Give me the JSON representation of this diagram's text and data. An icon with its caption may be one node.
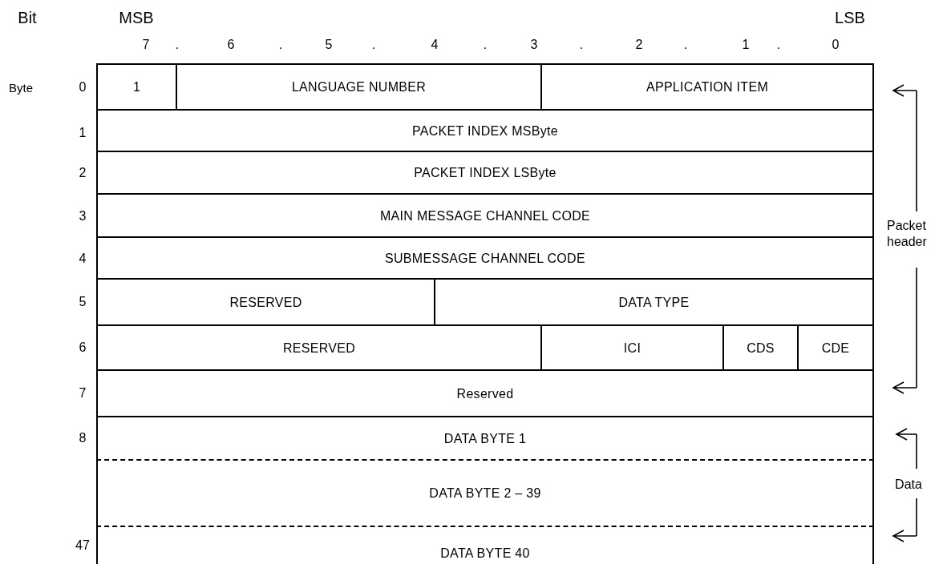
{
  "diagram": {
    "nodes": [
      {
        "text": [
          "1"
        ]
      },
      {
        "text": [
          "LANGUAGE NUMBER"
        ]
      },
      {
        "text": [
          "APPLICATION ITEM"
        ]
      },
      {
        "text": [
          "PACKET INDEX MSByte"
        ]
      },
      {
        "text": [
          "PACKET INDEX LSByte"
        ]
      },
      {
        "text": [
          "MAIN MESSAGE CHANNEL CODE"
        ]
      },
      {
        "text": [
          "SUBMESSAGE CHANNEL CODE"
        ]
      },
      {
        "text": [
          "RESERVED"
        ]
      },
      {
        "text": [
          "DATA TYPE"
        ]
      },
      {
        "text": [
          "RESERVED"
        ]
      },
      {
        "text": [
          "ICI"
        ]
      },
      {
        "text": [
          "CDS"
        ]
      },
      {
        "text": [
          "CDE"
        ]
      },
      {
        "text": [
          "Reserved"
        ]
      },
      {
        "text": [
          "DATA BYTE 1"
        ]
      },
      {
        "text": [
          "DATA BYTE 2 – 39"
        ]
      },
      {
        "text": [
          "DATA BYTE 40"
        ]
      }
    ],
    "labels": [
      "Bit",
      "MSB",
      "LSB",
      "7",
      ".",
      "6",
      ".",
      "5",
      ".",
      "4",
      ".",
      "3",
      ".",
      "2",
      ".",
      "1",
      ".",
      "0",
      "Byte",
      "0",
      "1",
      "2",
      "3",
      "4",
      "5",
      "6",
      "7",
      "8",
      "47",
      "Packet header",
      "Data"
    ]
  }
}
